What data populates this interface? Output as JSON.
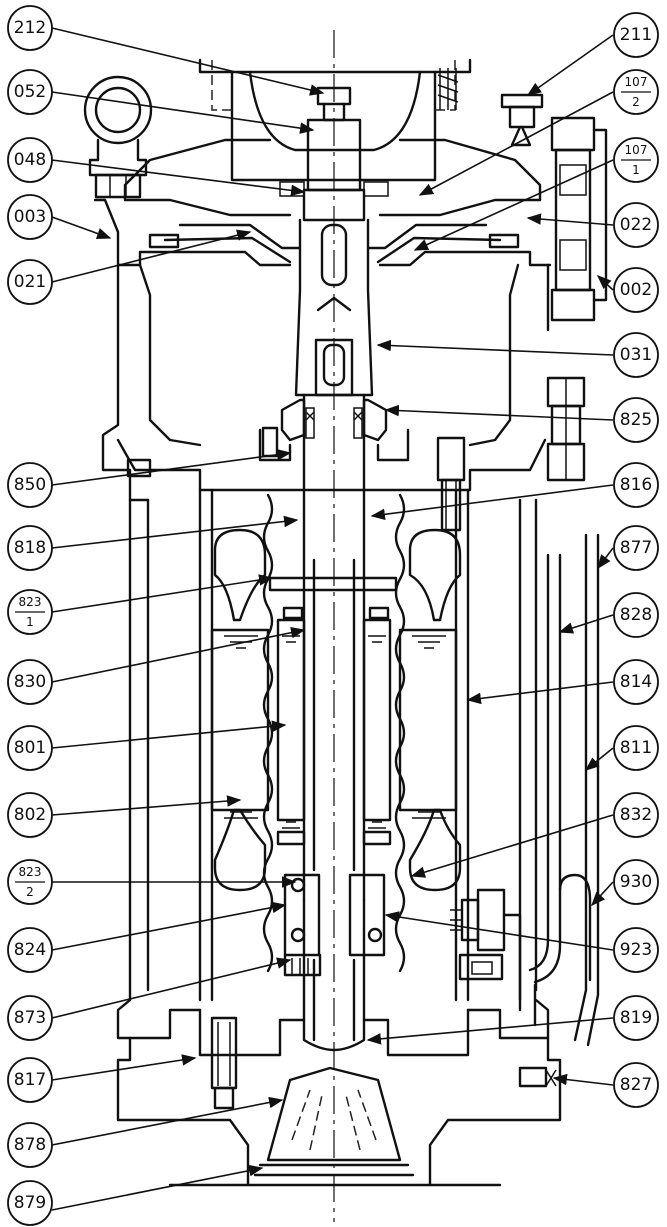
{
  "part_numbers": {
    "p212": "212",
    "p052": "052",
    "p048": "048",
    "p003": "003",
    "p021": "021",
    "p211": "211",
    "p107_2_num": "107",
    "p107_2_den": "2",
    "p107_1_num": "107",
    "p107_1_den": "1",
    "p022": "022",
    "p002": "002",
    "p031": "031",
    "p825": "825",
    "p850": "850",
    "p816": "816",
    "p818": "818",
    "p877": "877",
    "p823_1_num": "823",
    "p823_1_den": "1",
    "p828": "828",
    "p830": "830",
    "p814": "814",
    "p801": "801",
    "p811": "811",
    "p802": "802",
    "p832": "832",
    "p823_2_num": "823",
    "p823_2_den": "2",
    "p930": "930",
    "p824": "824",
    "p923": "923",
    "p873": "873",
    "p819": "819",
    "p817": "817",
    "p827": "827",
    "p878": "878",
    "p879": "879"
  }
}
